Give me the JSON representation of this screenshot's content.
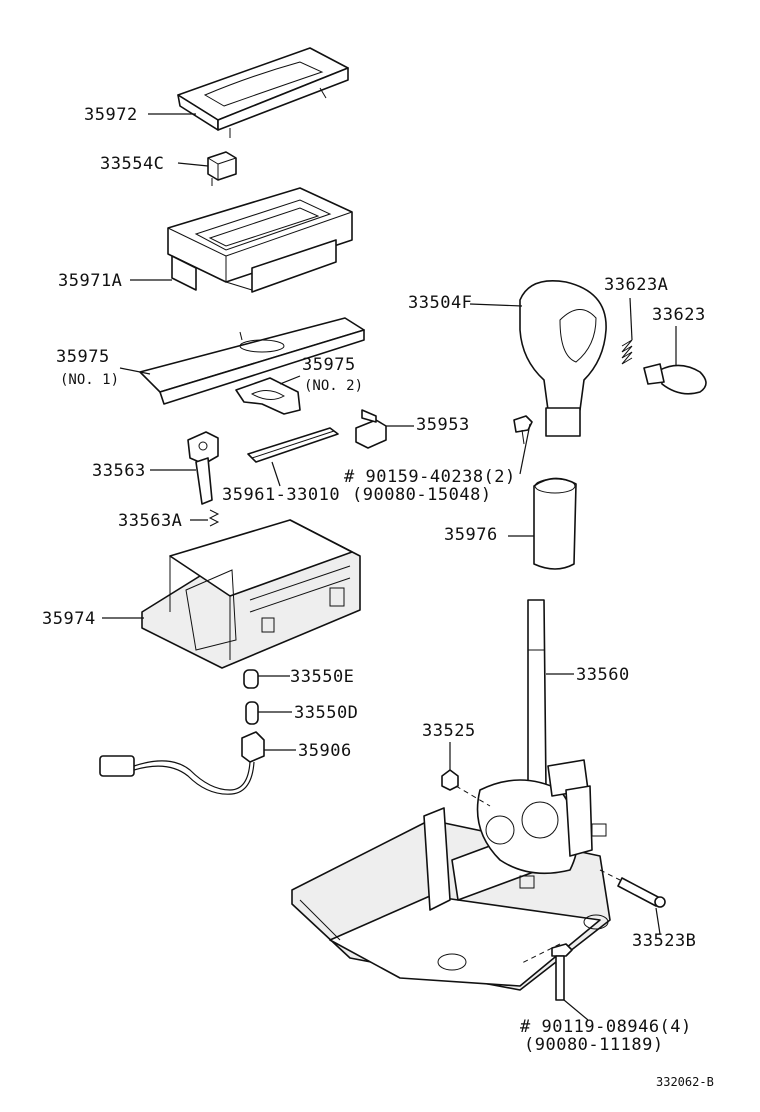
{
  "parts": {
    "p35972": "35972",
    "p33554c": "33554C",
    "p35971a": "35971A",
    "p35975_1": "35975",
    "p35975_1_note": "(NO. 1)",
    "p35975_2": "35975",
    "p35975_2_note": "(NO. 2)",
    "p35953": "35953",
    "p33563": "33563",
    "p35961": "35961-33010",
    "p90159": "# 90159-40238(2)",
    "p90159_alt": "(90080-15048)",
    "p33563a": "33563A",
    "p35974": "35974",
    "p33550e": "33550E",
    "p33550d": "33550D",
    "p35906": "35906",
    "p33504f": "33504F",
    "p33623a": "33623A",
    "p33623": "33623",
    "p35976": "35976",
    "p33560": "33560",
    "p33525": "33525",
    "p33523b": "33523B",
    "p90119": "# 90119-08946(4)",
    "p90119_alt": "(90080-11189)"
  },
  "diagram_id": "332062-B"
}
